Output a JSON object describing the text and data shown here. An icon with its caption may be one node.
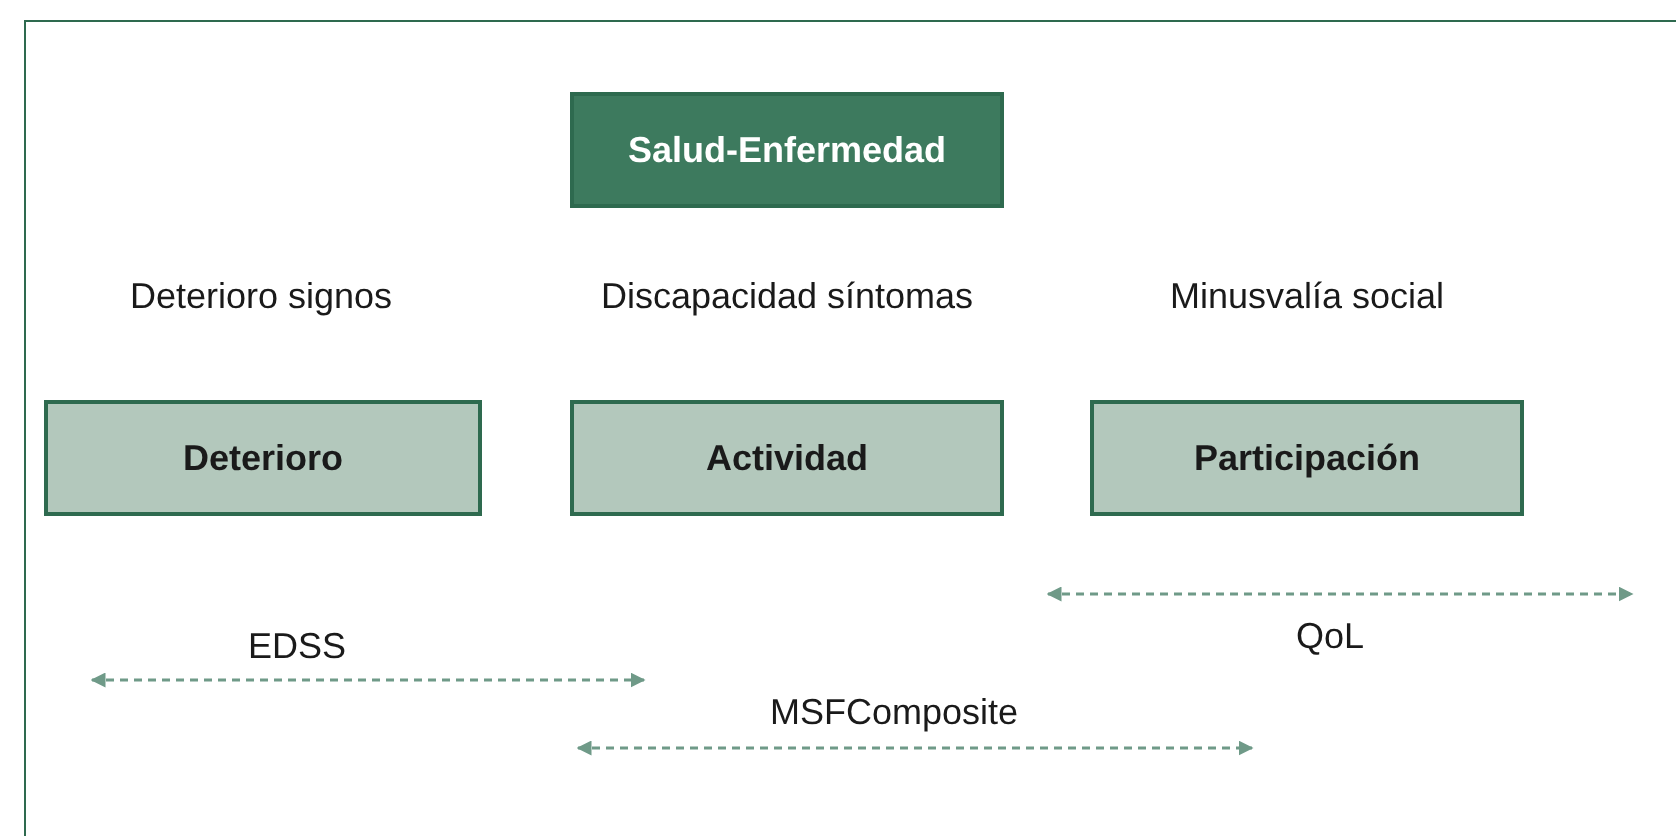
{
  "diagram": {
    "nodes": [
      {
        "text": [
          "Salud-Enfermedad"
        ]
      },
      {
        "text": [
          "Deterioro"
        ],
        "beside": [
          "Deterioro signos"
        ]
      },
      {
        "text": [
          "Actividad"
        ],
        "beside": [
          "Discapacidad síntomas"
        ]
      },
      {
        "text": [
          "Participación"
        ],
        "beside": [
          "Minusvalía social"
        ]
      }
    ],
    "labels": [
      "EDSS",
      "MSFComposite",
      "QoL"
    ]
  }
}
